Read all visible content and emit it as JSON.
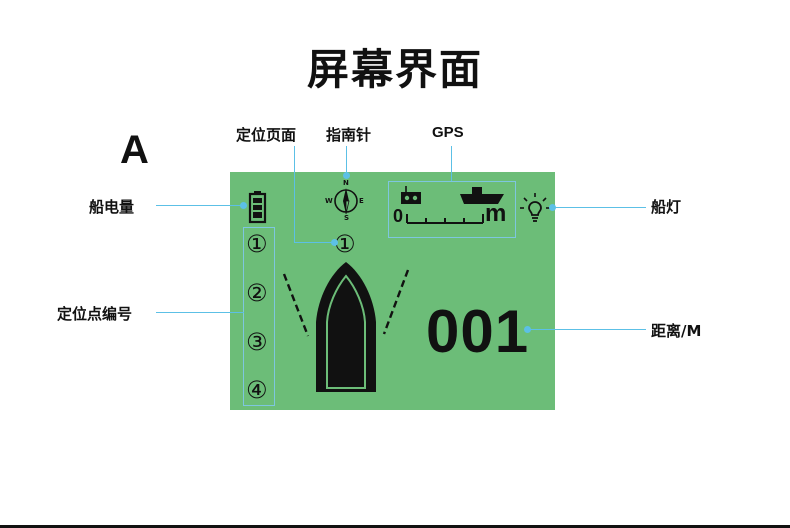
{
  "page": {
    "title": "屏幕界面",
    "variant": "A"
  },
  "callouts": {
    "location_page": "定位页面",
    "compass": "指南针",
    "gps": "GPS",
    "boat_battery": "船电量",
    "boat_light": "船灯",
    "location_point_number": "定位点编号",
    "distance": "距离/M"
  },
  "screen": {
    "current_page": "①",
    "location_points": [
      "①",
      "②",
      "③",
      "④"
    ],
    "distance_value": "001",
    "gps_scale": {
      "start": "0",
      "unit": "m"
    },
    "compass": {
      "n": "N",
      "s": "S",
      "e": "E",
      "w": "W"
    },
    "battery_level": 1.0
  },
  "colors": {
    "screen_background": "#6cbd78",
    "callout_line": "#5cc0e6"
  },
  "icons": [
    "battery-icon",
    "compass-icon",
    "remote-control-icon",
    "ship-icon",
    "light-bulb-icon",
    "boat-icon"
  ]
}
